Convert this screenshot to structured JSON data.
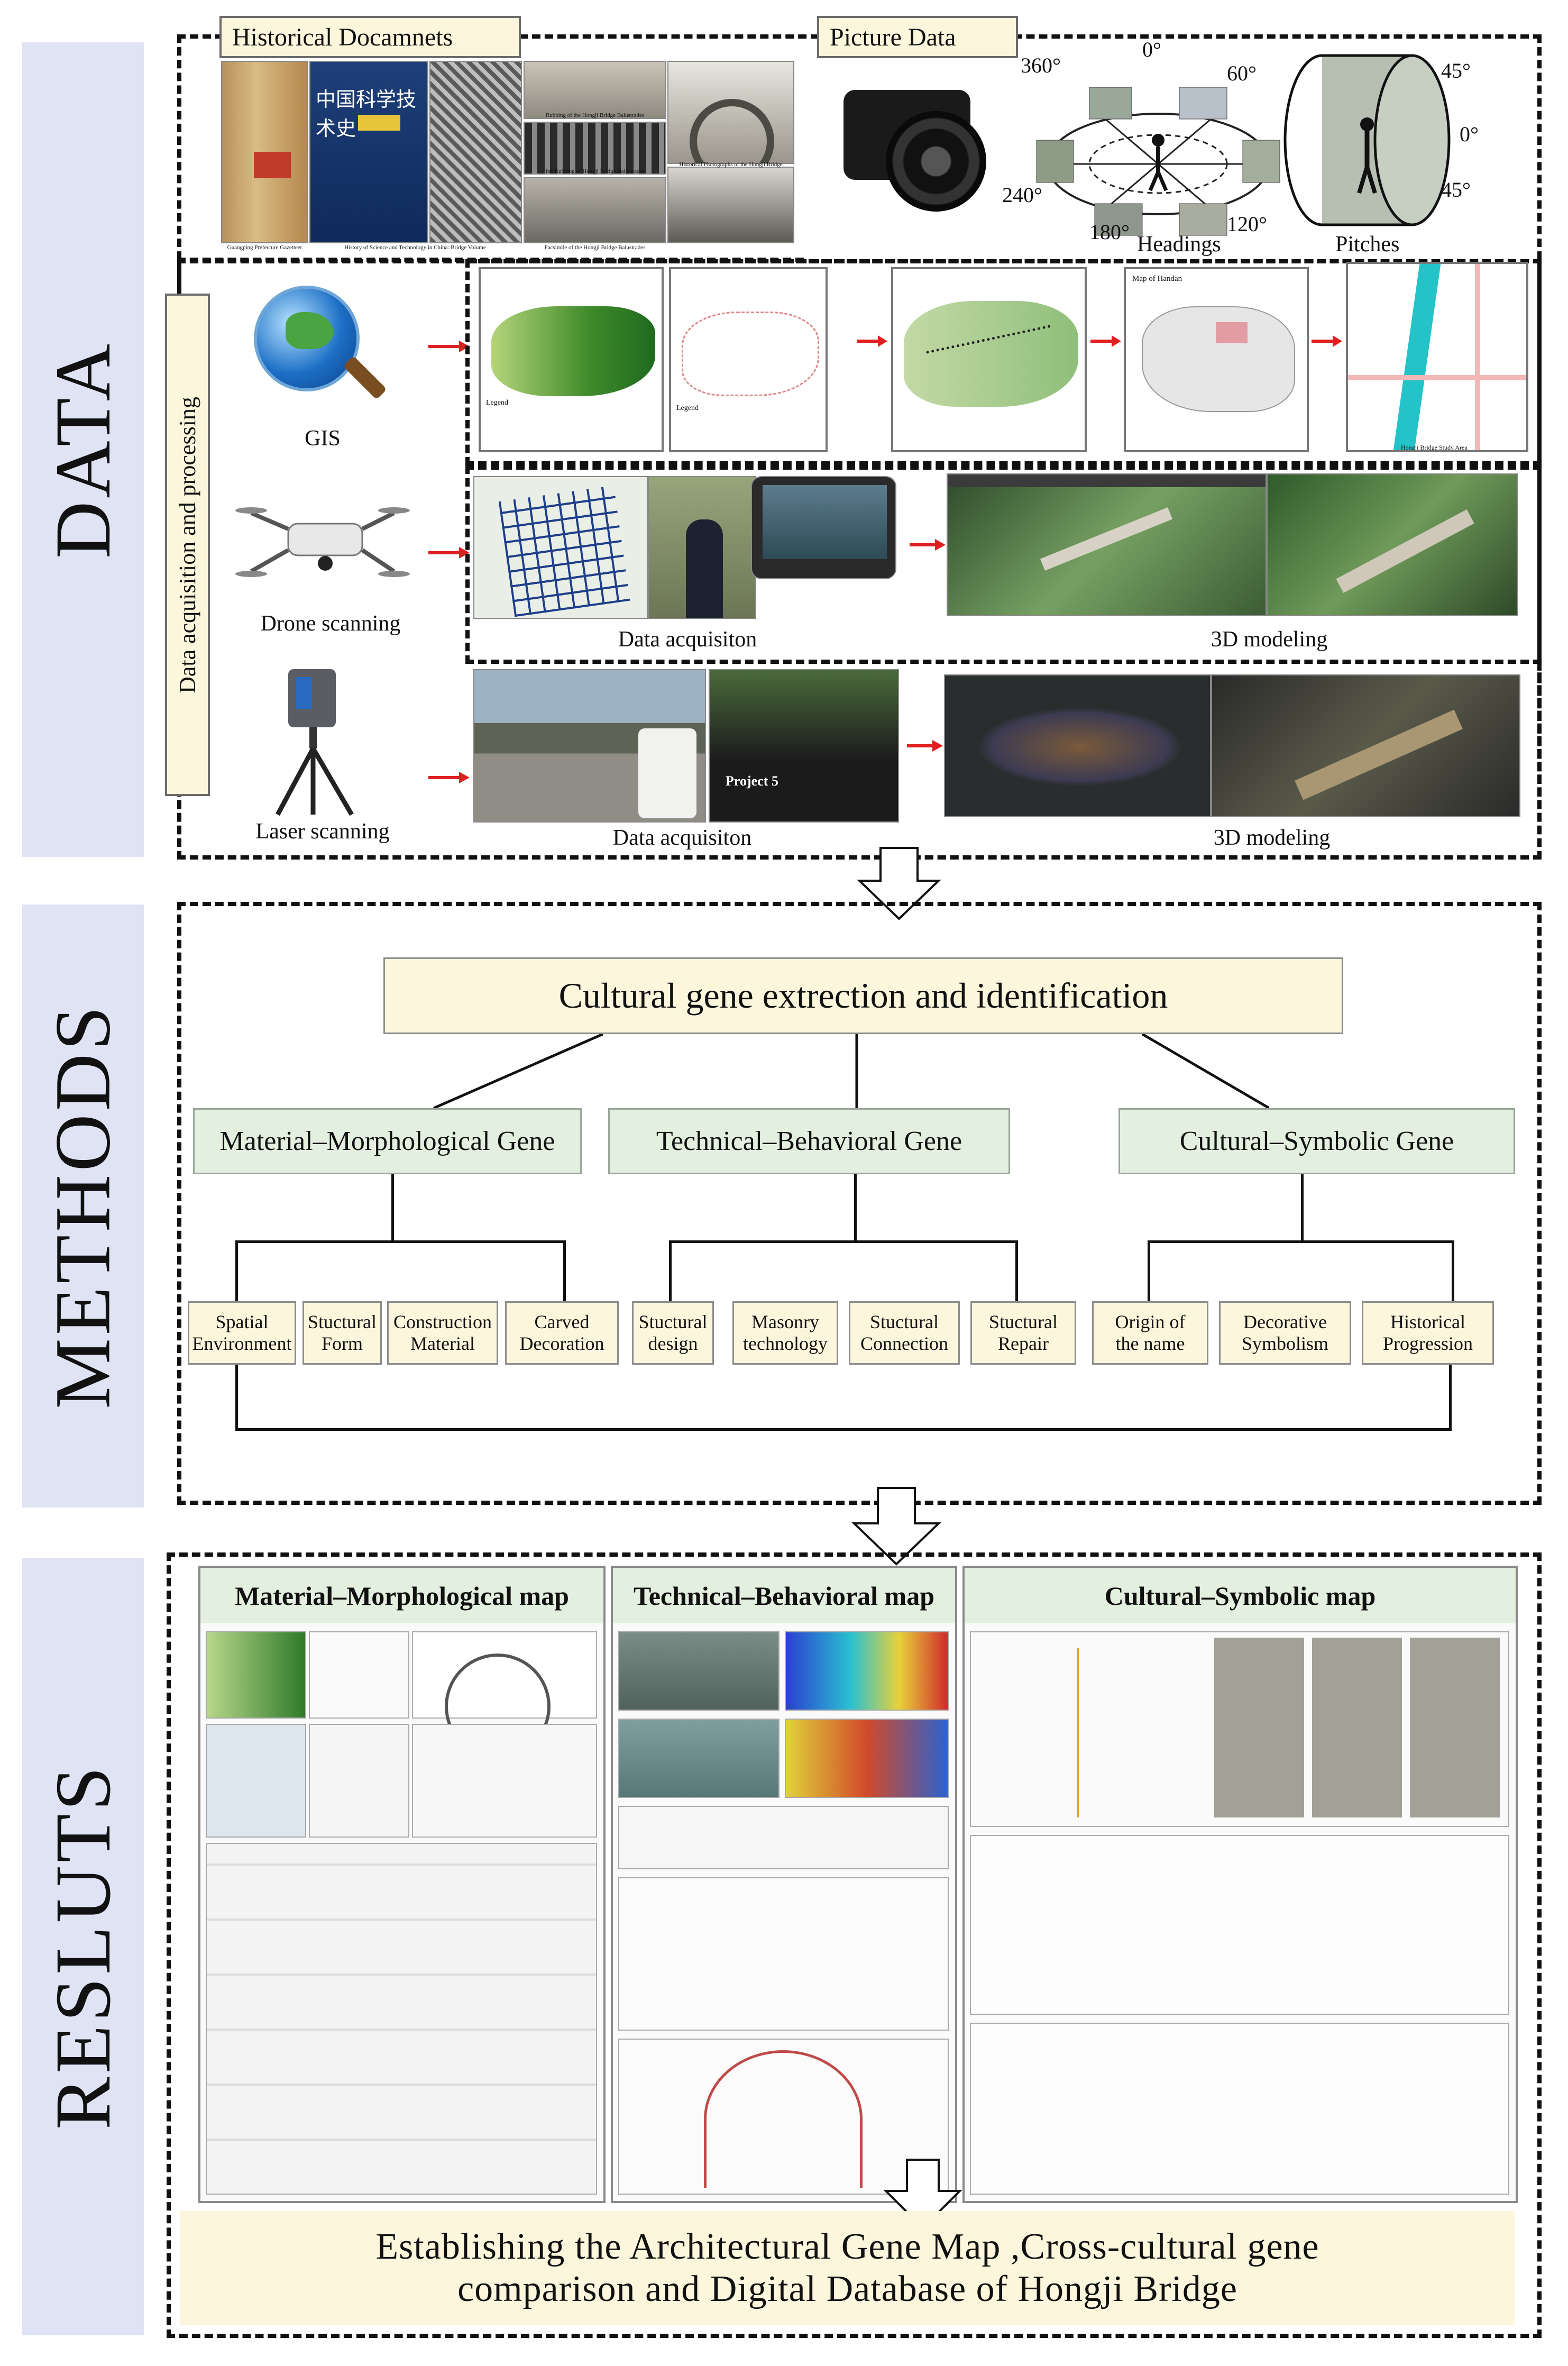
{
  "sections": {
    "data": "DATA",
    "methods": "METHODS",
    "results": "RESLUTS"
  },
  "data_section": {
    "historical_documents_label": "Historical Docamnets",
    "picture_data_label": "Picture Data",
    "book_title": "中国科学技术史",
    "doc_captions": [
      "Rubbing of the Hongji Bridge Balustrades",
      "Ink Rubbing of Hongji Bridge Balustrades",
      "Historical Photographs of the Hongji Bridge",
      "Facsimile of the Hongji Bridge Balustrades",
      "Guangping Prefecture Gazetteer",
      "History of Science and Technology in China: Bridge Volume"
    ],
    "headings_angles": [
      "0°",
      "360°",
      "60°",
      "240°",
      "180°",
      "120°"
    ],
    "headings_caption": "Headings",
    "pitches_angles": [
      "45°",
      "0°",
      "45°"
    ],
    "pitches_caption": "Pitches",
    "vertical_label": "Data acquisition and processing",
    "tools": [
      {
        "label": "GIS",
        "icon": "globe-magnifier-icon"
      },
      {
        "label": "Drone scanning",
        "icon": "drone-icon"
      },
      {
        "label": "Laser scanning",
        "icon": "laser-scanner-icon"
      }
    ],
    "drone_captions": {
      "acquisition": "Data acquisiton",
      "modeling": "3D modeling"
    },
    "laser_captions": {
      "acquisition": "Data acquisiton",
      "modeling": "3D modeling",
      "project": "Project 5"
    },
    "gis_map_captions": [
      "Legend",
      "Legend",
      "Map of Handan",
      "Hongji Bridge Study Area"
    ]
  },
  "methods_section": {
    "root": "Cultural gene extrection and identification",
    "genes": [
      {
        "label": "Material–Morphological Gene",
        "subs": [
          "Spatial\nEnvironment",
          "Stuctural\nForm",
          "Construction\nMaterial",
          "Carved\nDecoration"
        ]
      },
      {
        "label": "Technical–Behavioral   Gene",
        "subs": [
          "Stuctural\ndesign",
          "Masonry\ntechnology",
          "Stuctural\nConnection",
          "Stuctural\nRepair"
        ]
      },
      {
        "label": "Cultural–Symbolic Gene",
        "subs": [
          "Origin of\nthe name",
          "Decorative\nSymbolism",
          "Historical\nProgression"
        ]
      }
    ]
  },
  "results_section": {
    "maps": [
      {
        "title": "Material–Morphological map"
      },
      {
        "title": "Technical–Behavioral map"
      },
      {
        "title": "Cultural–Symbolic map"
      }
    ],
    "conclusion_line1": "Establishing the Architectural Gene Map ,Cross-cultural gene",
    "conclusion_line2": "comparison  and Digital Database of Hongji Bridge"
  },
  "colors": {
    "sidebar": "#dfe3f4",
    "label_bg": "#fbf6dc",
    "gene_bg": "#e3efdf",
    "arrow_red": "#e02020"
  }
}
